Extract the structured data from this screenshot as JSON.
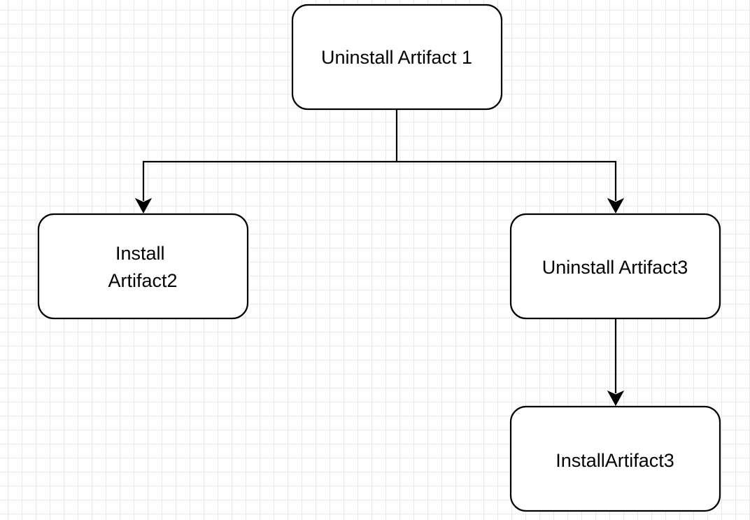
{
  "diagram": {
    "nodes": [
      {
        "id": "n1",
        "label_lines": [
          "Uninstall Artifact 1"
        ]
      },
      {
        "id": "n2",
        "label_lines": [
          "Install",
          "Artifact2"
        ]
      },
      {
        "id": "n3",
        "label_lines": [
          "Uninstall Artifact3"
        ]
      },
      {
        "id": "n4",
        "label_lines": [
          "InstallArtifact3"
        ]
      }
    ],
    "edges": [
      {
        "from": "n1",
        "to": "n2"
      },
      {
        "from": "n1",
        "to": "n3"
      },
      {
        "from": "n3",
        "to": "n4"
      }
    ]
  }
}
